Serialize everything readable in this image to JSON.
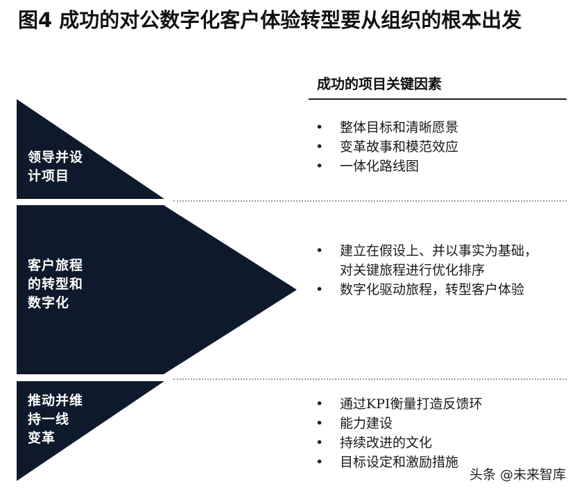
{
  "title": "图4  成功的对公数字化客户体验转型要从组织的根本出发",
  "column_heading": "成功的项目关键因素",
  "colors": {
    "shape": "#0e1a2b",
    "text": "#1a1a1a"
  },
  "stages": [
    {
      "label_lines": [
        "领导并设",
        "计项目"
      ],
      "factors": [
        "整体目标和清晰愿景",
        "变革故事和模范效应",
        "一体化路线图"
      ]
    },
    {
      "label_lines": [
        "客户旅程",
        "的转型和",
        "数字化"
      ],
      "factors": [
        "建立在假设上、并以事实为基础，对关键旅程进行优化排序",
        "数字化驱动旅程，转型客户体验"
      ]
    },
    {
      "label_lines": [
        "推动并维",
        "持一线",
        "变革"
      ],
      "factors": [
        "通过KPI衡量打造反馈环",
        "能力建设",
        "持续改进的文化",
        "目标设定和激励措施"
      ]
    }
  ],
  "watermark": "头条 @未来智库"
}
